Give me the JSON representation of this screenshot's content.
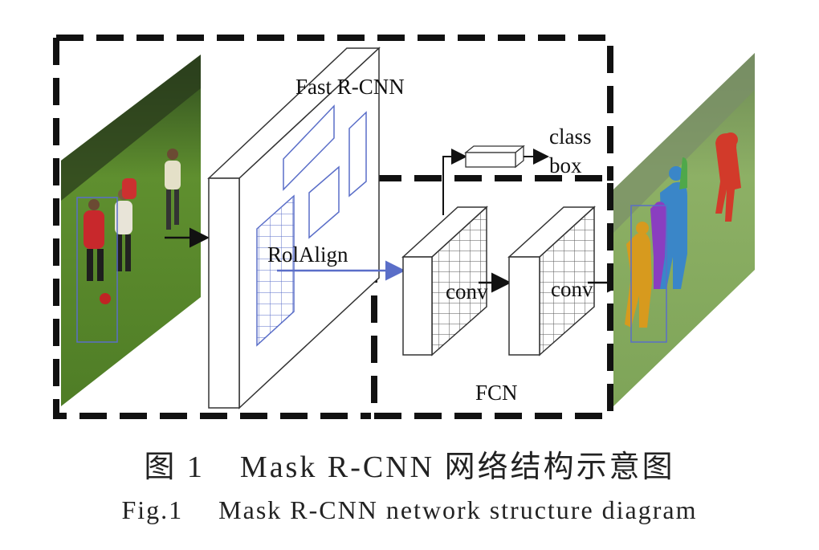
{
  "diagram": {
    "labels": {
      "fast_rcnn": "Fast R-CNN",
      "class": "class",
      "box": "box",
      "roialign": "RolAlign",
      "conv1": "conv",
      "conv2": "conv",
      "fcn": "FCN"
    }
  },
  "caption": {
    "cn_prefix": "图 1",
    "cn_text": "Mask R-CNN 网络结构示意图",
    "en_prefix": "Fig.1",
    "en_text": "Mask R-CNN network structure diagram"
  },
  "colors": {
    "dash_border": "#111111",
    "grid_lines": "#5a6ec8",
    "grass": "#5f8f2f",
    "mask_colors": [
      "#d23a2a",
      "#3a86c8",
      "#8a3ec0",
      "#d79a1e",
      "#4fa84a"
    ]
  }
}
